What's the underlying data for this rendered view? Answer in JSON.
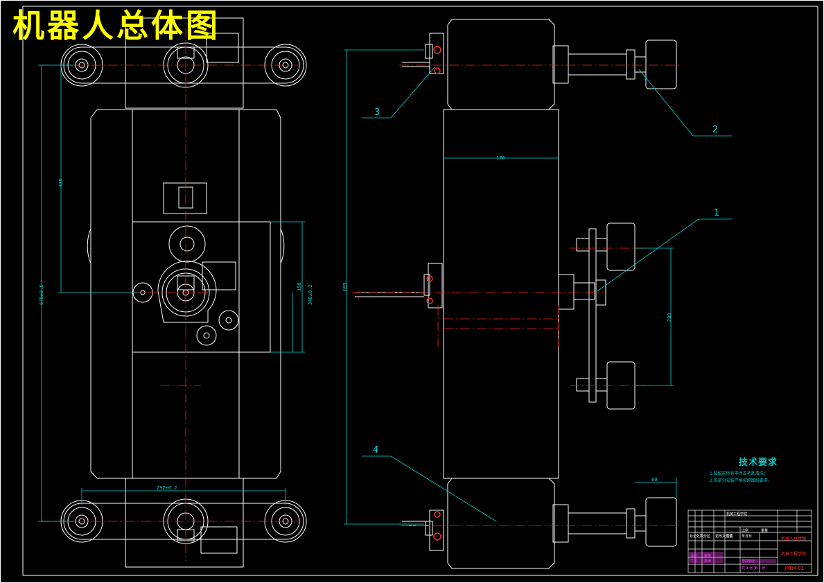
{
  "drawing": {
    "title": "机器人总体图",
    "colors": {
      "background": "#000000",
      "outline": "#ffffff",
      "center_line": "#ff2020",
      "dimension": "#00d8d8",
      "title": "#ffff00"
    }
  },
  "dimensions": {
    "d_335": "335",
    "d_670": "670±0.5",
    "d_190": "190",
    "d_340": "340±0.2",
    "d_292": "292±0.2",
    "d_170": "170",
    "d_695": "695",
    "d_208": "208",
    "d_60": "60"
  },
  "balloons": {
    "b1": "1",
    "b2": "2",
    "b3": "3",
    "b4": "4"
  },
  "tech_requirements": {
    "title": "技术要求",
    "line1": "1.装配前所有零件去毛刺清洗；",
    "line2": "2.各部分安装严格按照图纸要求。"
  },
  "title_block": {
    "drawing_number": "JRTM-01",
    "name": "机器人总体图",
    "school": "机械工程学院",
    "scale_label": "比例",
    "weight_label": "重量",
    "sheet_label": "共 1 张 第 1 张",
    "design_label": "设计",
    "check_label": "审核",
    "process_label": "工艺",
    "approve_label": "批准",
    "stage_label": "阶段标记",
    "rev_header": [
      "标记",
      "处数",
      "分区",
      "更改文件号",
      "签名",
      "年月日"
    ]
  }
}
